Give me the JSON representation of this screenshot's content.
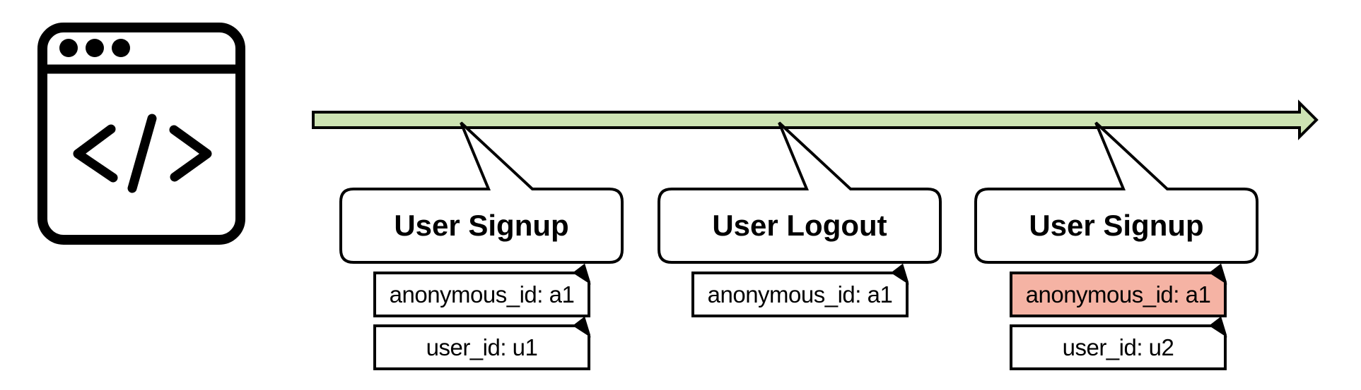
{
  "canvas": {
    "background": "#ffffff",
    "stroke": "#000000"
  },
  "browser_icon": {
    "name": "code-browser-window",
    "glyph": "</>"
  },
  "timeline": {
    "type": "arrow",
    "direction": "right",
    "fill": "#cde3b3"
  },
  "events": [
    {
      "title": "User Signup",
      "tags": [
        {
          "label": "anonymous_id: a1",
          "fill": "#ffffff",
          "highlighted": false
        },
        {
          "label": "user_id: u1",
          "fill": "#ffffff",
          "highlighted": false
        }
      ]
    },
    {
      "title": "User Logout",
      "tags": [
        {
          "label": "anonymous_id: a1",
          "fill": "#ffffff",
          "highlighted": false
        }
      ]
    },
    {
      "title": "User Signup",
      "tags": [
        {
          "label": "anonymous_id: a1",
          "fill": "#f5b3a4",
          "highlighted": true
        },
        {
          "label": "user_id: u2",
          "fill": "#ffffff",
          "highlighted": false
        }
      ]
    }
  ]
}
